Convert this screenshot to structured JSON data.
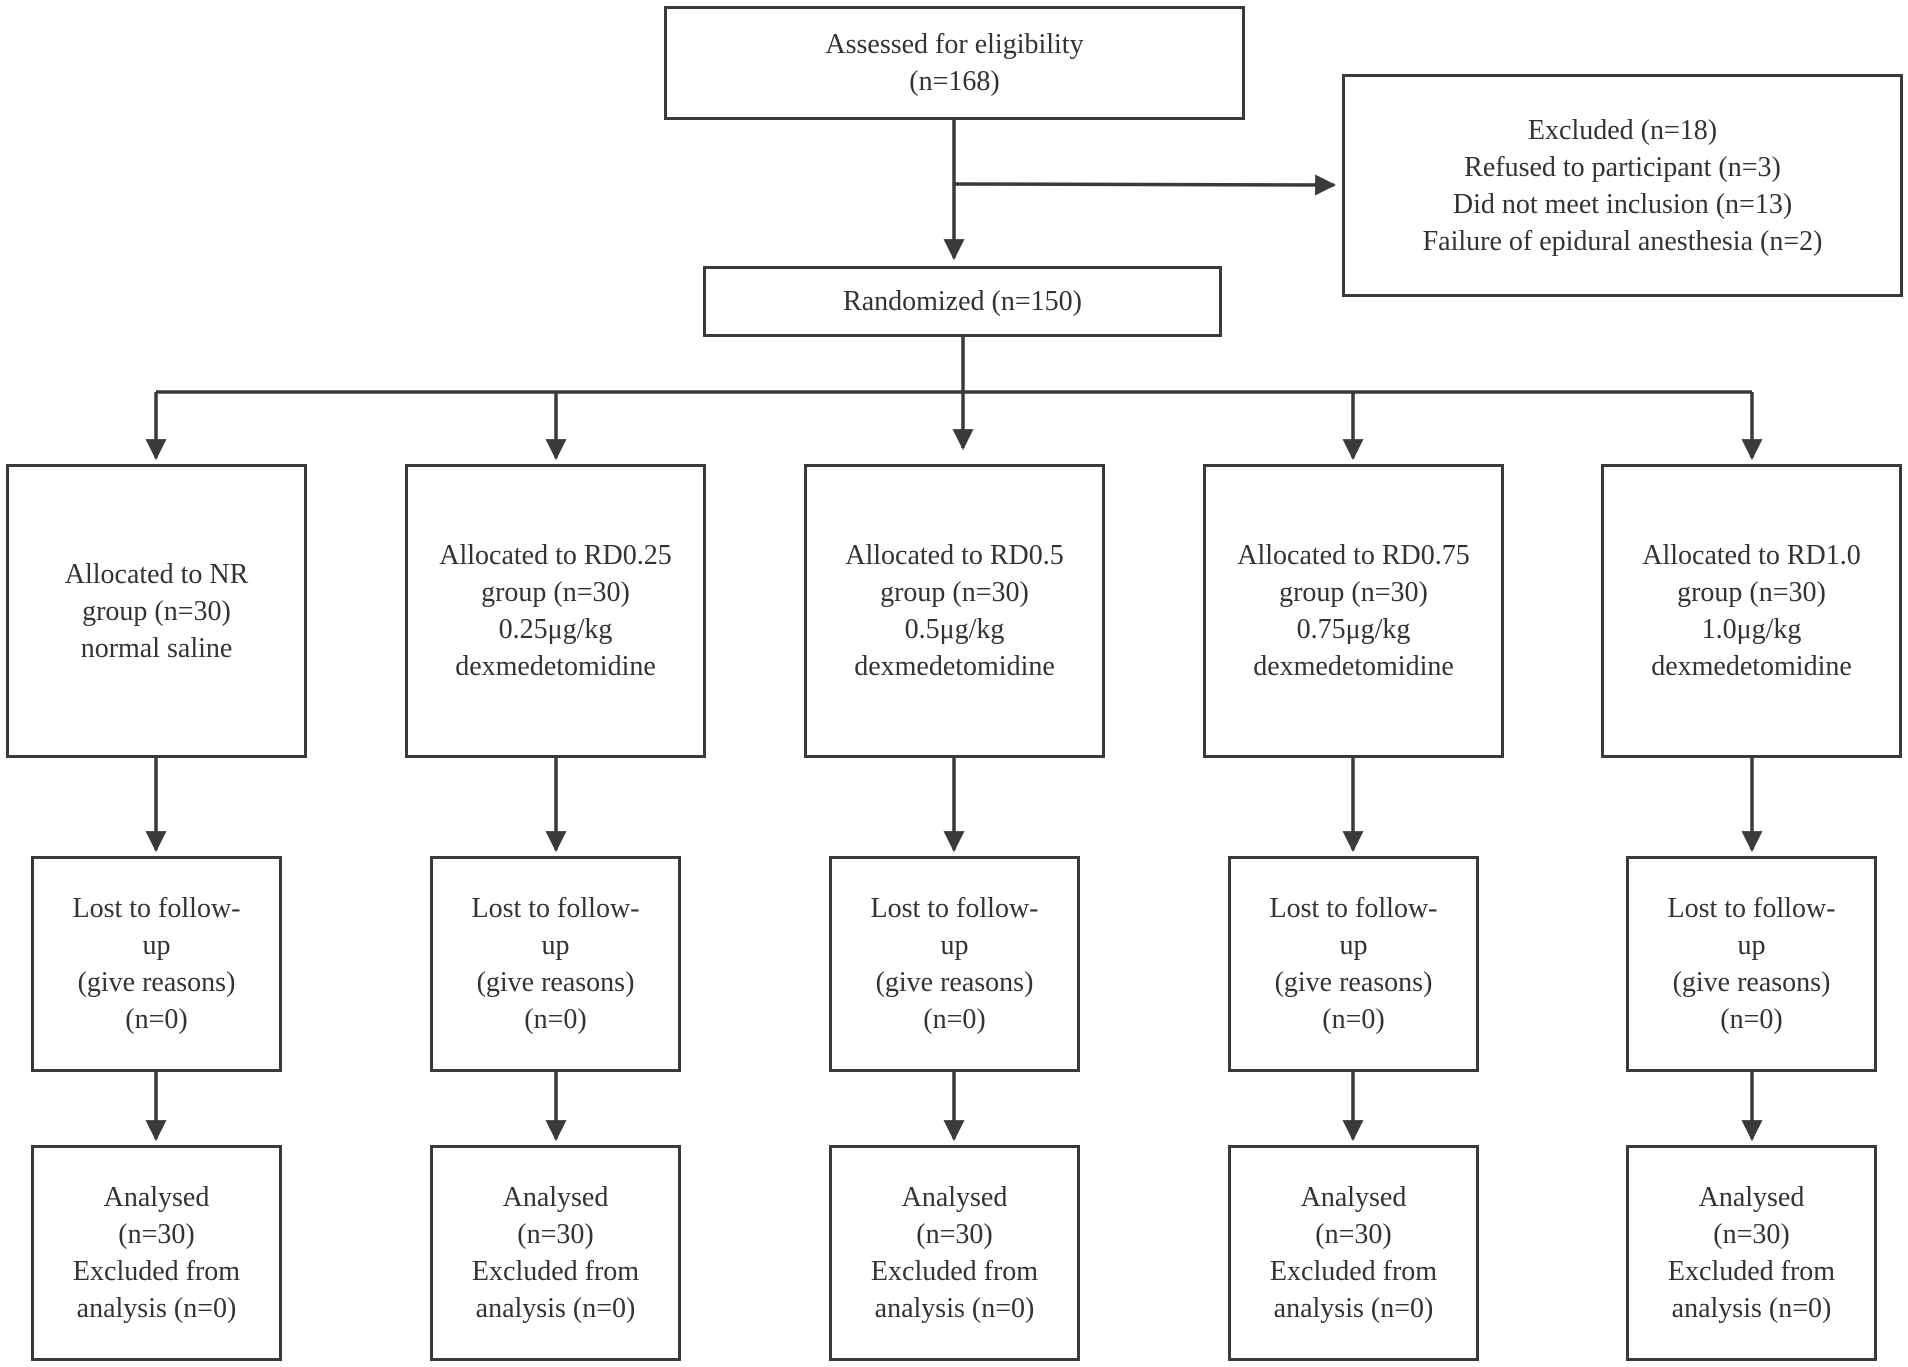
{
  "assessed": {
    "line1": "Assessed for eligibility",
    "line2": "(n=168)"
  },
  "excluded": {
    "lines": [
      "Excluded (n=18)",
      "Refused to participant (n=3)",
      "Did not meet inclusion (n=13)",
      "Failure of epidural anesthesia (n=2)"
    ]
  },
  "randomized": {
    "label": "Randomized (n=150)"
  },
  "groups": [
    {
      "allocated": [
        "Allocated to NR",
        "group (n=30)",
        "normal saline"
      ],
      "lost": [
        "Lost to follow-",
        "up",
        "(give reasons)",
        "(n=0)"
      ],
      "analysed": [
        "Analysed",
        "(n=30)",
        "Excluded from",
        "analysis (n=0)"
      ]
    },
    {
      "allocated": [
        "Allocated to RD0.25",
        "group (n=30)",
        "0.25μg/kg",
        "dexmedetomidine"
      ],
      "lost": [
        "Lost to follow-",
        "up",
        "(give reasons)",
        "(n=0)"
      ],
      "analysed": [
        "Analysed",
        "(n=30)",
        "Excluded from",
        "analysis (n=0)"
      ]
    },
    {
      "allocated": [
        "Allocated to RD0.5",
        "group (n=30)",
        "0.5μg/kg",
        "dexmedetomidine"
      ],
      "lost": [
        "Lost to follow-",
        "up",
        "(give reasons)",
        "(n=0)"
      ],
      "analysed": [
        "Analysed",
        "(n=30)",
        "Excluded from",
        "analysis (n=0)"
      ]
    },
    {
      "allocated": [
        "Allocated to RD0.75",
        "group (n=30)",
        "0.75μg/kg",
        "dexmedetomidine"
      ],
      "lost": [
        "Lost to follow-",
        "up",
        "(give reasons)",
        "(n=0)"
      ],
      "analysed": [
        "Analysed",
        "(n=30)",
        "Excluded from",
        "analysis (n=0)"
      ]
    },
    {
      "allocated": [
        "Allocated to RD1.0",
        "group (n=30)",
        "1.0μg/kg",
        "dexmedetomidine"
      ],
      "lost": [
        "Lost to follow-",
        "up",
        "(give reasons)",
        "(n=0)"
      ],
      "analysed": [
        "Analysed",
        "(n=30)",
        "Excluded from",
        "analysis (n=0)"
      ]
    }
  ],
  "colors": {
    "stroke": "#3a3a3a",
    "text": "#333333",
    "background": "#ffffff"
  }
}
